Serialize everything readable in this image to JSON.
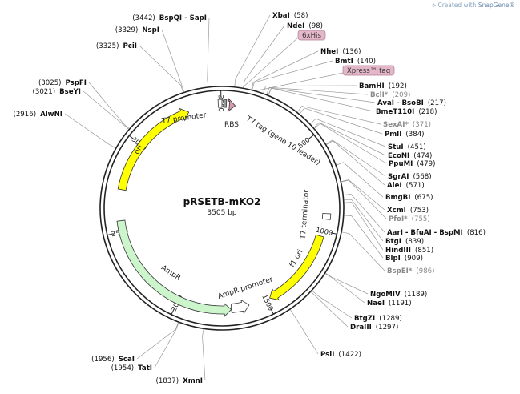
{
  "credit": {
    "prefix": "Created with",
    "brand": "SnapGene®",
    "icon": "snapgene-logo-icon"
  },
  "plasmid": {
    "name": "pRSETB-mKO2",
    "length_label": "3505 bp",
    "length": 3505
  },
  "ticks": [
    {
      "pos": 500,
      "label": "500"
    },
    {
      "pos": 1000,
      "label": "1000"
    },
    {
      "pos": 1500,
      "label": "1500"
    },
    {
      "pos": 2000,
      "label": "2000"
    },
    {
      "pos": 2500,
      "label": "2500"
    },
    {
      "pos": 3000,
      "label": "3000"
    },
    {
      "pos": 3500,
      "label": "3500"
    }
  ],
  "features": [
    {
      "name": "T7 promoter",
      "type": "promoter-box",
      "start": 3485,
      "end": 3505,
      "color": "#ffffff"
    },
    {
      "name": "RBS",
      "type": "box",
      "start": 10,
      "end": 24,
      "color": "#9a9a9a"
    },
    {
      "name": "T7 tag (gene 10 leader)",
      "type": "arrow",
      "start": 40,
      "end": 72,
      "color": "#d79aae"
    },
    {
      "name": "T7 terminator",
      "type": "box",
      "start": 905,
      "end": 935,
      "color": "#ffffff"
    },
    {
      "name": "f1 ori",
      "type": "arrow",
      "start": 1030,
      "end": 1480,
      "color": "#ffff00"
    },
    {
      "name": "AmpR promoter",
      "type": "arrow",
      "start": 1600,
      "end": 1700,
      "color": "#ffffff"
    },
    {
      "name": "AmpR",
      "type": "arrow",
      "start": 1701,
      "end": 2560,
      "color": "#ccf5cc"
    },
    {
      "name": "ori",
      "type": "arrow",
      "start": 2731,
      "end": 3320,
      "color": "#ffff00"
    }
  ],
  "feature_labels": {
    "t7_promoter": "T7 promoter",
    "rbs": "RBS",
    "t7_tag": "T7 tag (gene 10 leader)",
    "t7_terminator": "T7 terminator",
    "f1_ori": "f1 ori",
    "ampr_promoter": "AmpR promoter",
    "ampr": "AmpR",
    "ori": "ori"
  },
  "tags": [
    {
      "label": "6xHis",
      "pos": 95
    },
    {
      "label": "Xpress™ tag",
      "pos": 160
    }
  ],
  "right_sites": [
    {
      "name": "XbaI",
      "num": "(58)",
      "pos": 58,
      "muted": false
    },
    {
      "name": "NdeI",
      "num": "(98)",
      "pos": 98,
      "muted": false
    },
    {
      "name": "NheI",
      "num": "(136)",
      "pos": 136,
      "muted": false
    },
    {
      "name": "BmtI",
      "num": "(140)",
      "pos": 140,
      "muted": false
    },
    {
      "name": "BamHI",
      "num": "(192)",
      "pos": 192,
      "muted": false
    },
    {
      "name": "BclI*",
      "num": "(209)",
      "pos": 209,
      "muted": true
    },
    {
      "name": "AvaI - BsoBI",
      "num": "(217)",
      "pos": 217,
      "muted": false
    },
    {
      "name": "BmeT110I",
      "num": "(218)",
      "pos": 218,
      "muted": false
    },
    {
      "name": "SexAI*",
      "num": "(371)",
      "pos": 371,
      "muted": true
    },
    {
      "name": "PmlI",
      "num": "(384)",
      "pos": 384,
      "muted": false
    },
    {
      "name": "StuI",
      "num": "(451)",
      "pos": 451,
      "muted": false
    },
    {
      "name": "EcoNI",
      "num": "(474)",
      "pos": 474,
      "muted": false
    },
    {
      "name": "PpuMI",
      "num": "(479)",
      "pos": 479,
      "muted": false
    },
    {
      "name": "SgrAI",
      "num": "(568)",
      "pos": 568,
      "muted": false
    },
    {
      "name": "AleI",
      "num": "(571)",
      "pos": 571,
      "muted": false
    },
    {
      "name": "BmgBI",
      "num": "(675)",
      "pos": 675,
      "muted": false
    },
    {
      "name": "XcmI",
      "num": "(753)",
      "pos": 753,
      "muted": false
    },
    {
      "name": "PfoI*",
      "num": "(755)",
      "pos": 755,
      "muted": true
    },
    {
      "name": "AarI - BfuAI - BspMI",
      "num": "(816)",
      "pos": 816,
      "muted": false
    },
    {
      "name": "BtgI",
      "num": "(839)",
      "pos": 839,
      "muted": false
    },
    {
      "name": "HindIII",
      "num": "(851)",
      "pos": 851,
      "muted": false
    },
    {
      "name": "BlpI",
      "num": "(909)",
      "pos": 909,
      "muted": false
    },
    {
      "name": "BspEI*",
      "num": "(986)",
      "pos": 986,
      "muted": true
    },
    {
      "name": "NgoMIV",
      "num": "(1189)",
      "pos": 1189,
      "muted": false
    },
    {
      "name": "NaeI",
      "num": "(1191)",
      "pos": 1191,
      "muted": false
    },
    {
      "name": "BtgZI",
      "num": "(1289)",
      "pos": 1289,
      "muted": false
    },
    {
      "name": "DraIII",
      "num": "(1297)",
      "pos": 1297,
      "muted": false
    },
    {
      "name": "PsiI",
      "num": "(1422)",
      "pos": 1422,
      "muted": false
    }
  ],
  "left_sites": [
    {
      "name": "XmnI",
      "num": "(1837)",
      "pos": 1837,
      "muted": false
    },
    {
      "name": "TatI",
      "num": "(1954)",
      "pos": 1954,
      "muted": false
    },
    {
      "name": "ScaI",
      "num": "(1956)",
      "pos": 1956,
      "muted": false
    },
    {
      "name": "AlwNI",
      "num": "(2916)",
      "pos": 2916,
      "muted": false
    },
    {
      "name": "BseYI",
      "num": "(3021)",
      "pos": 3021,
      "muted": false
    },
    {
      "name": "PspFI",
      "num": "(3025)",
      "pos": 3025,
      "muted": false
    },
    {
      "name": "PciI",
      "num": "(3325)",
      "pos": 3325,
      "muted": false
    },
    {
      "name": "NspI",
      "num": "(3329)",
      "pos": 3329,
      "muted": false
    },
    {
      "name": "BspQI - SapI",
      "num": "(3442)",
      "pos": 3442,
      "muted": false
    }
  ]
}
